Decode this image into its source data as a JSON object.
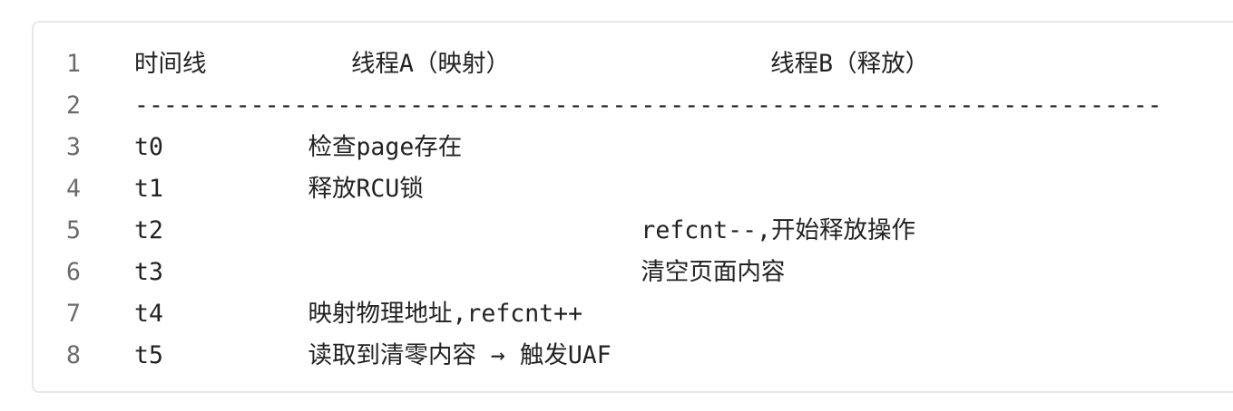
{
  "code_block": {
    "lines": [
      {
        "num": "1",
        "text": "时间线          线程A（映射）                  线程B（释放）"
      },
      {
        "num": "2",
        "text": "-----------------------------------------------------------------------"
      },
      {
        "num": "3",
        "text": "t0          检查page存在"
      },
      {
        "num": "4",
        "text": "t1          释放RCU锁"
      },
      {
        "num": "5",
        "text": "t2                                 refcnt--,开始释放操作"
      },
      {
        "num": "6",
        "text": "t3                                 清空页面内容"
      },
      {
        "num": "7",
        "text": "t4          映射物理地址,refcnt++"
      },
      {
        "num": "8",
        "text": "t5          读取到清零内容 → 触发UAF"
      }
    ]
  }
}
